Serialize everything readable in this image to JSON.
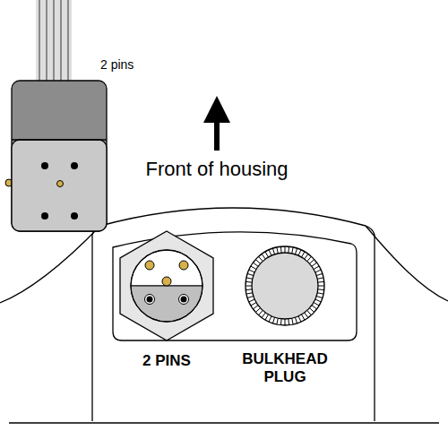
{
  "diagram": {
    "labels": [
      "2 pins",
      "Front of housing",
      "2 PINS",
      "BULKHEAD PLUG"
    ]
  }
}
